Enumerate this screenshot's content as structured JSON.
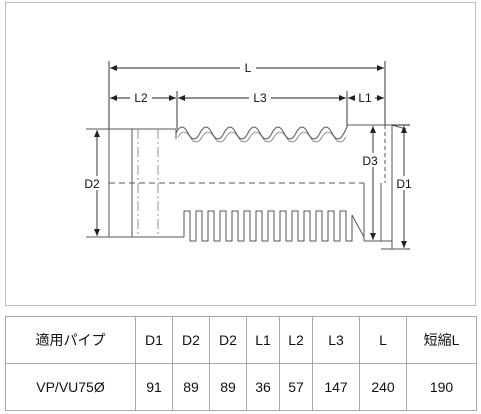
{
  "drawing": {
    "labels": {
      "L": "L",
      "L1": "L1",
      "L2": "L2",
      "L3": "L3",
      "D1": "D1",
      "D2": "D2",
      "D3": "D3"
    },
    "colors": {
      "outline": "#555555",
      "dimension": "#222222",
      "centerline": "#777777"
    }
  },
  "table": {
    "headers": [
      "適用パイプ",
      "D1",
      "D2",
      "D2",
      "L1",
      "L2",
      "L3",
      "L",
      "短縮L"
    ],
    "rows": [
      [
        "VP/VU75Ø",
        "91",
        "89",
        "89",
        "36",
        "57",
        "147",
        "240",
        "190"
      ]
    ]
  }
}
